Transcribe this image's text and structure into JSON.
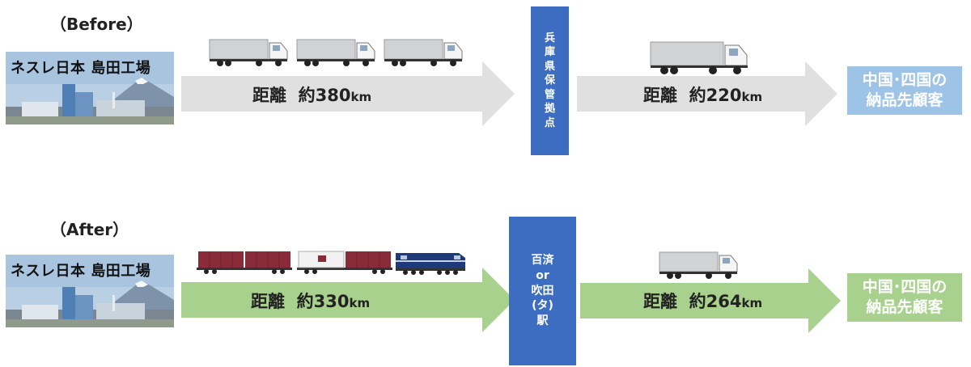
{
  "before": {
    "label": "（Before）",
    "factory_name": "ネスレ日本 島田工場",
    "leg1": {
      "distance_label": "距離",
      "distance_value": "約380",
      "unit": "km"
    },
    "hub_lines": [
      "兵",
      "庫",
      "県",
      "保",
      "管",
      "拠",
      "点"
    ],
    "leg2": {
      "distance_label": "距離",
      "distance_value": "約220",
      "unit": "km"
    },
    "destination_lines": [
      "中国･四国の",
      "納品先顧客"
    ]
  },
  "after": {
    "label": "（After）",
    "factory_name": "ネスレ日本 島田工場",
    "leg1": {
      "distance_label": "距離",
      "distance_value": "約330",
      "unit": "km"
    },
    "hub_lines": [
      "百済",
      "or",
      "吹田",
      "(タ)",
      "駅"
    ],
    "leg2": {
      "distance_label": "距離",
      "distance_value": "約264",
      "unit": "km"
    },
    "destination_lines": [
      "中国･四国の",
      "納品先顧客"
    ]
  },
  "colors": {
    "before_arrow": "#e0e0e0",
    "after_arrow": "#a9d18e",
    "hub": "#3c6dc0",
    "before_destination": "#9dc3e6",
    "after_destination": "#a9d18e"
  }
}
